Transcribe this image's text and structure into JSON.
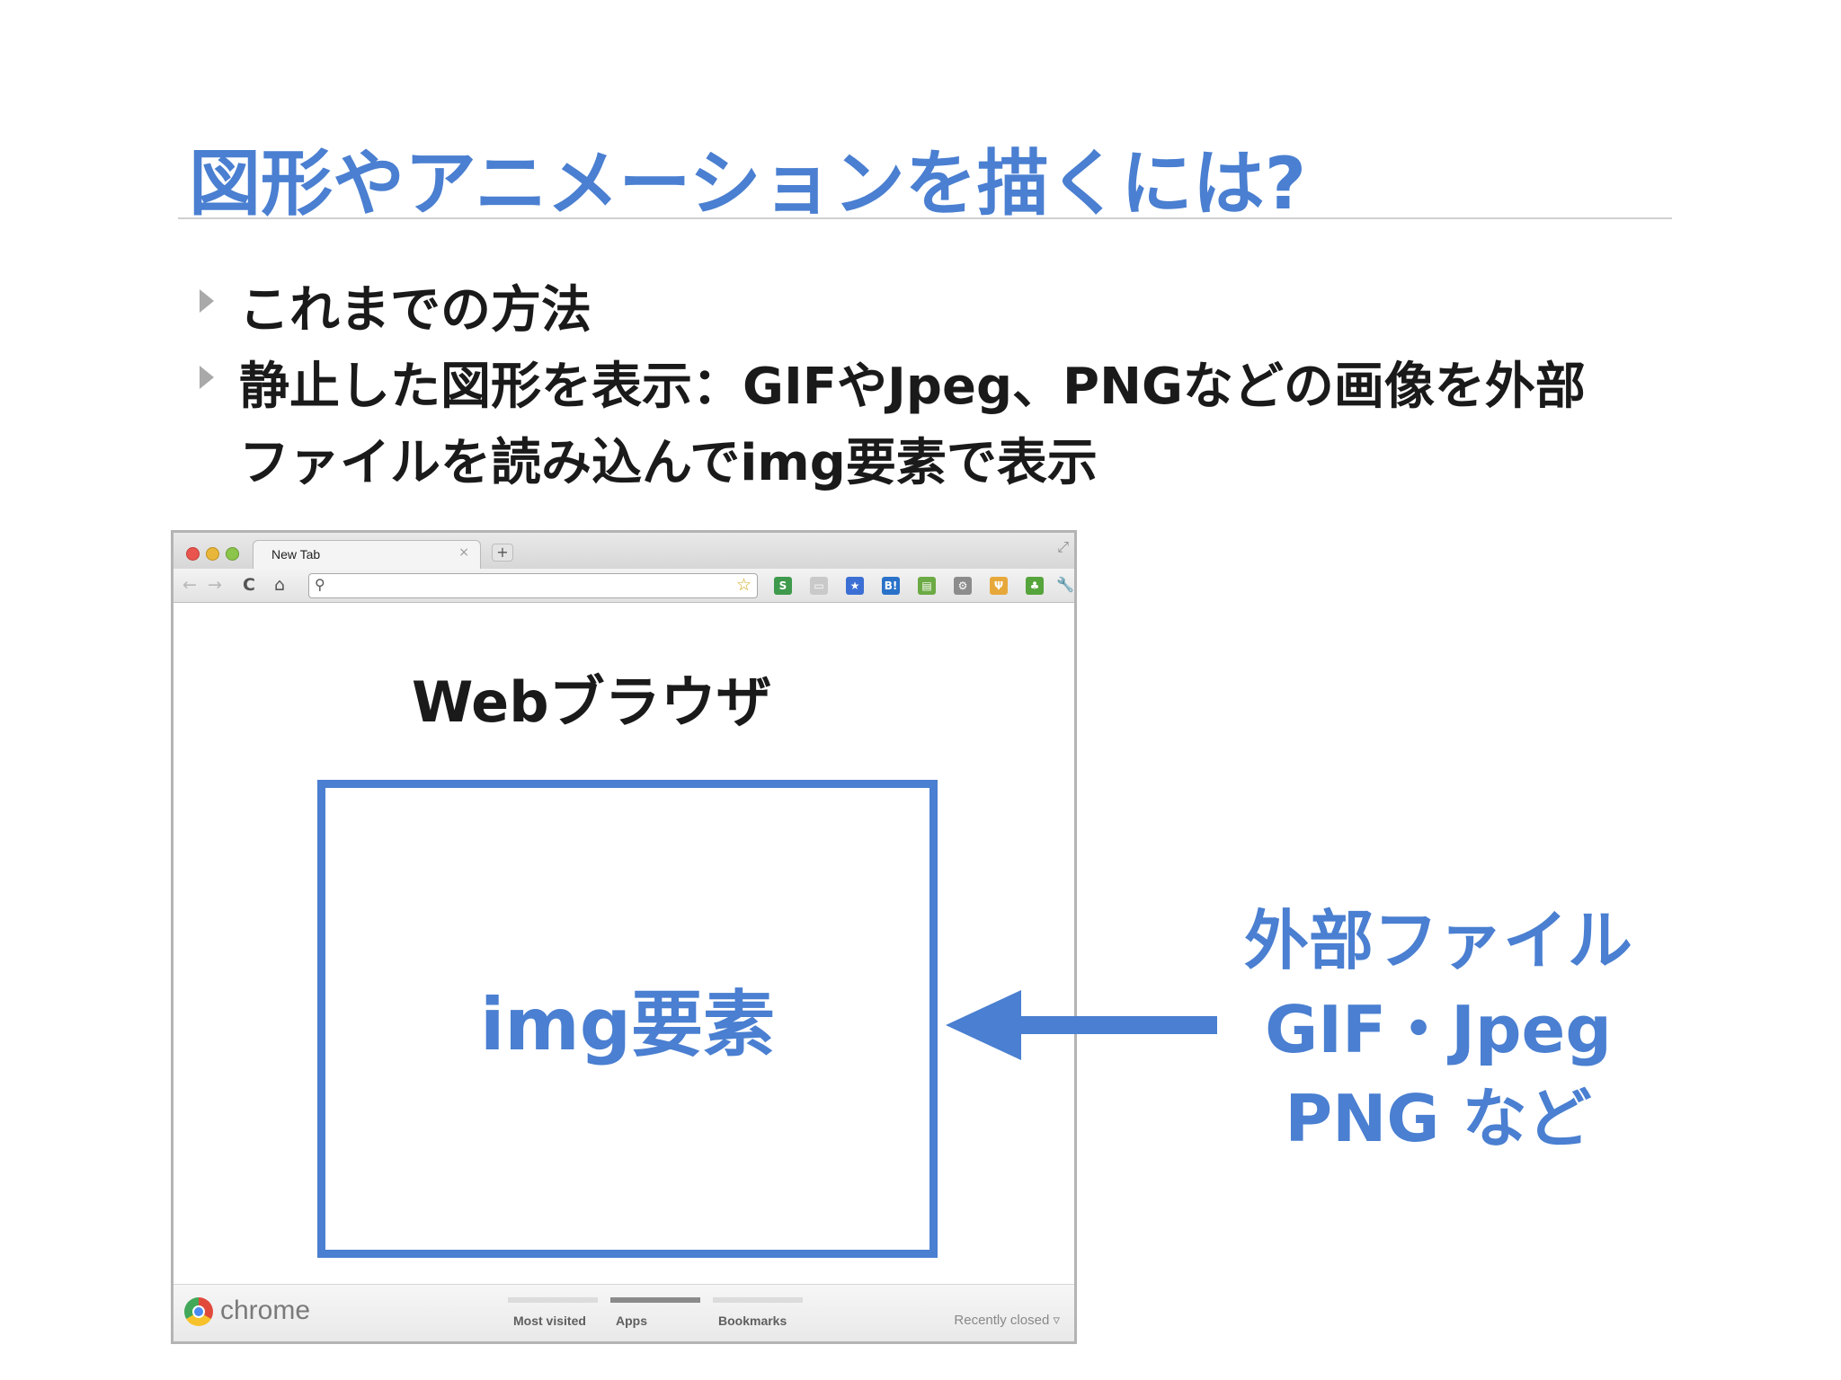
{
  "slide": {
    "title": "図形やアニメーションを描くには?",
    "bullets": [
      "これまでの方法",
      "静止した図形を表示：GIFやJpeg、PNGなどの画像を外部",
      "ファイルを読み込んでimg要素で表示"
    ]
  },
  "browser": {
    "tab_label": "New Tab",
    "tab_close": "×",
    "new_tab": "+",
    "toolbar": {
      "back": "←",
      "forward": "→",
      "reload": "C",
      "home": "⌂",
      "search_icon": "⚲",
      "bookmark_star": "☆"
    },
    "extensions": [
      {
        "name": "green-extension-icon",
        "glyph": "S",
        "color": "#3f9a4d"
      },
      {
        "name": "grey-extension-icon",
        "glyph": "▭",
        "color": "#c9c9c9"
      },
      {
        "name": "blue-star-extension-icon",
        "glyph": "★",
        "color": "#3b6fd4"
      },
      {
        "name": "hatena-bookmark-icon",
        "glyph": "B!",
        "color": "#2a72c9"
      },
      {
        "name": "green-doc-extension-icon",
        "glyph": "▤",
        "color": "#6caa45"
      },
      {
        "name": "gear-extension-icon",
        "glyph": "⚙",
        "color": "#8c8c8c"
      },
      {
        "name": "orange-extension-icon",
        "glyph": "Ψ",
        "color": "#e7a83b"
      },
      {
        "name": "sprout-extension-icon",
        "glyph": "♣",
        "color": "#56a43c"
      }
    ],
    "wrench": "🔧",
    "content_label": "Webブラウザ",
    "img_label": "img要素",
    "bottom": {
      "brand": "chrome",
      "tabs": [
        "Most visited",
        "Apps",
        "Bookmarks"
      ],
      "active_tab_index": 1,
      "recently_closed": "Recently closed ▿"
    }
  },
  "external": {
    "lines": [
      "外部ファイル",
      "GIF・Jpeg",
      "PNG など"
    ]
  },
  "colors": {
    "accent": "#4a7fd1",
    "text": "#1a1a1a"
  }
}
